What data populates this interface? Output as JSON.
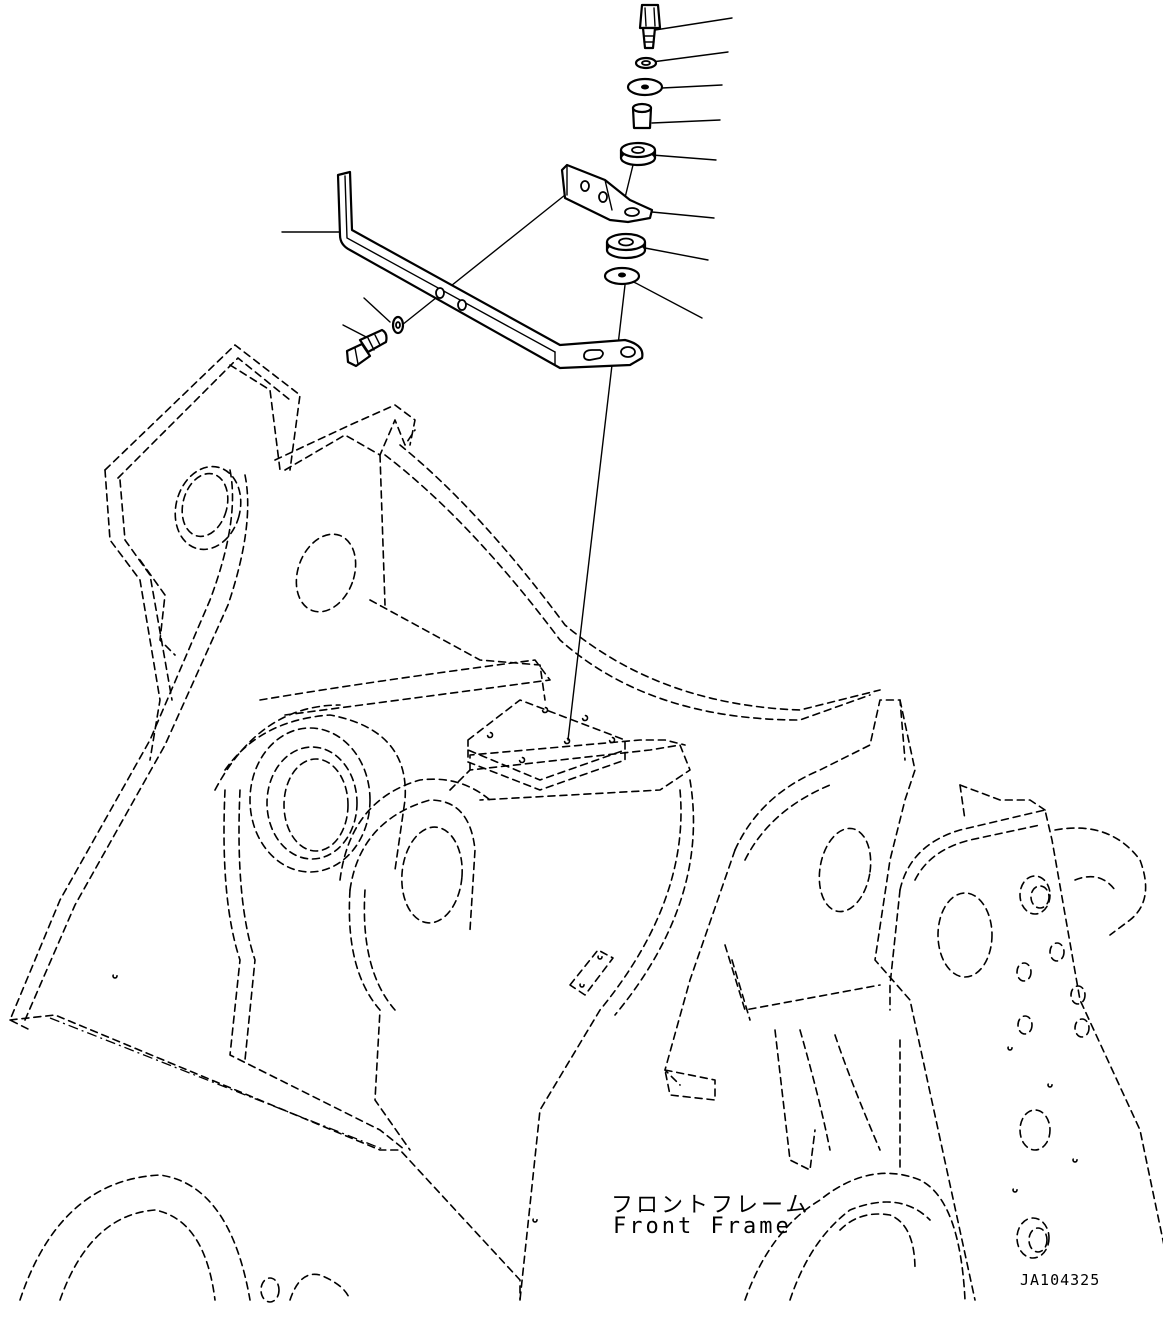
{
  "labels": {
    "frame_jp": "フロントフレーム",
    "frame_en": "Front Frame",
    "drawing_code": "JA104325"
  }
}
